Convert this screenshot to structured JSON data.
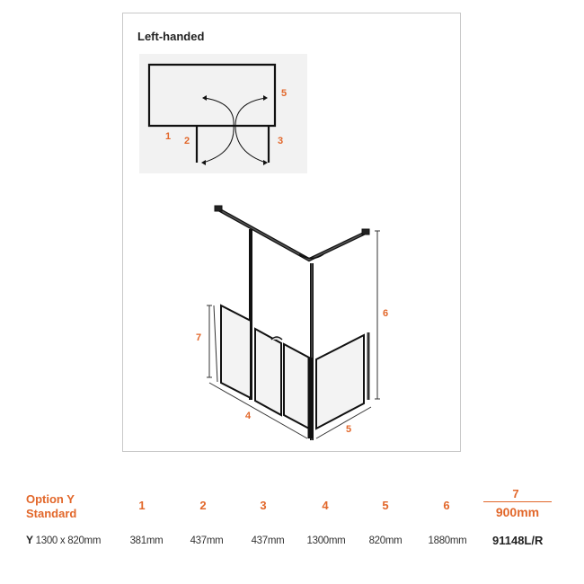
{
  "diagram": {
    "title": "Left-handed",
    "plan_labels": [
      "1",
      "2",
      "3",
      "5"
    ],
    "elevation_labels": [
      "4",
      "5",
      "6",
      "7"
    ],
    "accent_color": "#e2672a"
  },
  "spec_table": {
    "option_line1": "Option Y",
    "option_line2": "Standard",
    "headers": [
      "1",
      "2",
      "3",
      "4",
      "5",
      "6",
      "7"
    ],
    "header7_value": "900mm",
    "row_prefix": "Y",
    "row_size": "1300 x 820mm",
    "values": [
      "381mm",
      "437mm",
      "437mm",
      "1300mm",
      "820mm",
      "1880mm"
    ],
    "product_code": "91148L/R"
  }
}
